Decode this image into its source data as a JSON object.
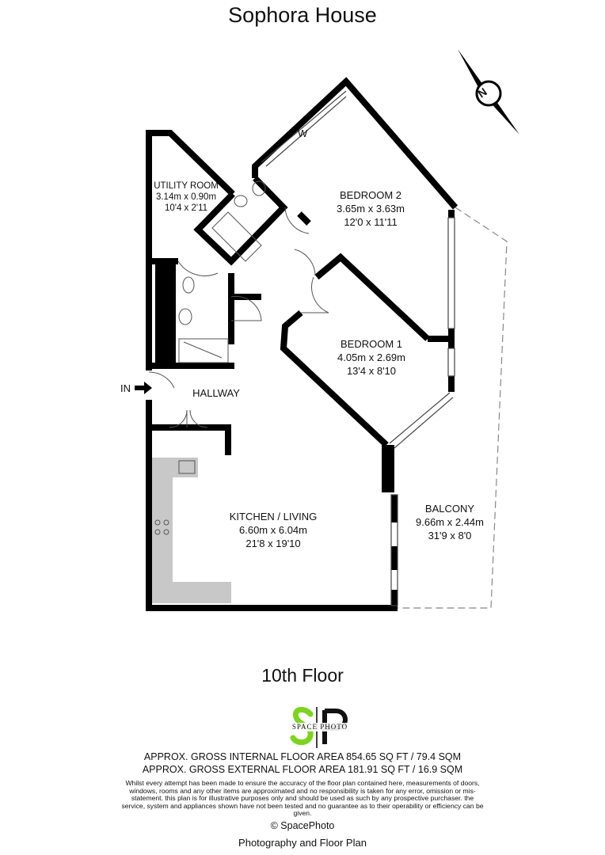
{
  "title": "Sophora House",
  "floor_label": "10th Floor",
  "entrance_label": "IN",
  "wardrobe_label": "W",
  "rooms": [
    {
      "name": "UTILITY ROOM",
      "metric": "3.14m x 0.90m",
      "imperial": "10'4 x 2'11"
    },
    {
      "name": "BEDROOM 2",
      "metric": "3.65m x 3.63m",
      "imperial": "12'0 x 11'11"
    },
    {
      "name": "BEDROOM 1",
      "metric": "4.05m x 2.69m",
      "imperial": "13'4 x 8'10"
    },
    {
      "name": "HALLWAY"
    },
    {
      "name": "KITCHEN / LIVING",
      "metric": "6.60m x 6.04m",
      "imperial": "21'8 x 19'10"
    },
    {
      "name": "BALCONY",
      "metric": "9.66m x 2.44m",
      "imperial": "31'9 x 8'0"
    }
  ],
  "compass": {
    "label": "N",
    "icon": "north-compass-icon"
  },
  "logo": {
    "text": "SPACE PHOTO",
    "letters": "SP",
    "accent": "#7ed321"
  },
  "areas": {
    "internal": "APPROX. GROSS INTERNAL FLOOR AREA 854.65 SQ FT / 79.4 SQM",
    "external": "APPROX. GROSS EXTERNAL FLOOR AREA 181.91 SQ FT / 16.9 SQM"
  },
  "disclaimer": "Whilst every attempt has been made to ensure the accuracy of the floor plan contained here, measurements of doors, windows, rooms and any other items are approximated and no responsibility is taken for any error, omission or mis-statement. this plan is for illustrative purposes only and should be used as such by any prospective purchaser. the service, system and appliances shown have not been tested and no guarantee as to their operability or efficiency can be given.",
  "copyright": "© SpacePhoto",
  "tagline": "Photography and Floor Plan"
}
